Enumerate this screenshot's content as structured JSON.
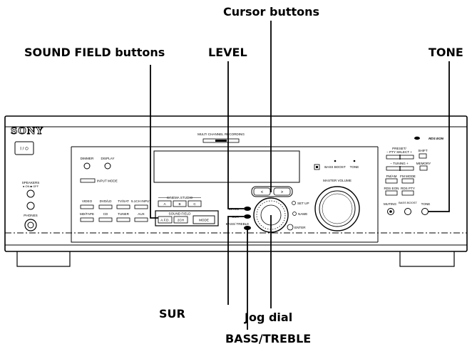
{
  "callouts": {
    "cursor": "Cursor buttons",
    "sound_field": "SOUND FIELD buttons",
    "level": "LEVEL",
    "tone": "TONE",
    "sur": "SUR",
    "jog": "Jog dial",
    "bass_treble": "BASS/TREBLE"
  },
  "panel": {
    "brand": "SONY",
    "rds": "RDS EON",
    "multi_channel": "MULTI CHANNEL RECORDING",
    "dimmer": "DIMMER",
    "display": "DISPLAY",
    "input_mode": "INPUT MODE",
    "speakers": "SPEAKERS",
    "speakers_sub": "● ON ■ OFF",
    "phones": "PHONES",
    "power": "I / ⏻",
    "bass_boost": "BASS BOOST",
    "tone": "TONE",
    "preset": "PRESET/",
    "pty_select": "− PTY SELECT +",
    "shift": "SHIFT",
    "tuning": "− TUNING +",
    "memory": "MEMORY",
    "fm_am": "FM/AM",
    "fm_mode": "FM MODE",
    "rds_eon": "RDS EON",
    "rds_pty": "RDS PTY",
    "muting": "MUTING",
    "bass_boost_btn": "BASS BOOST",
    "tone_btn": "TONE",
    "master_volume": "MASTER VOLUME",
    "set_up": "SET UP",
    "name": "NAME",
    "enter": "ENTER",
    "level": "LEVEL",
    "sur": "SUR",
    "bass_treble": "BASS/ TREBLE",
    "cinema_studio": "CINEMA STUDIO",
    "cinema_a": "A",
    "cinema_b": "B",
    "cinema_c": "C",
    "sound_field": "SOUND FIELD",
    "afd": "A.F.D.",
    "ch2": "2CH",
    "mode": "MODE",
    "inputs_row1": [
      "VIDEO",
      "DVD/LD",
      "TV/SAT",
      "5.1CH INPUT"
    ],
    "inputs_row2": [
      "MD/TAPE",
      "CD",
      "TUNER",
      "AUX"
    ],
    "cursor_left": "<",
    "cursor_right": ">"
  }
}
